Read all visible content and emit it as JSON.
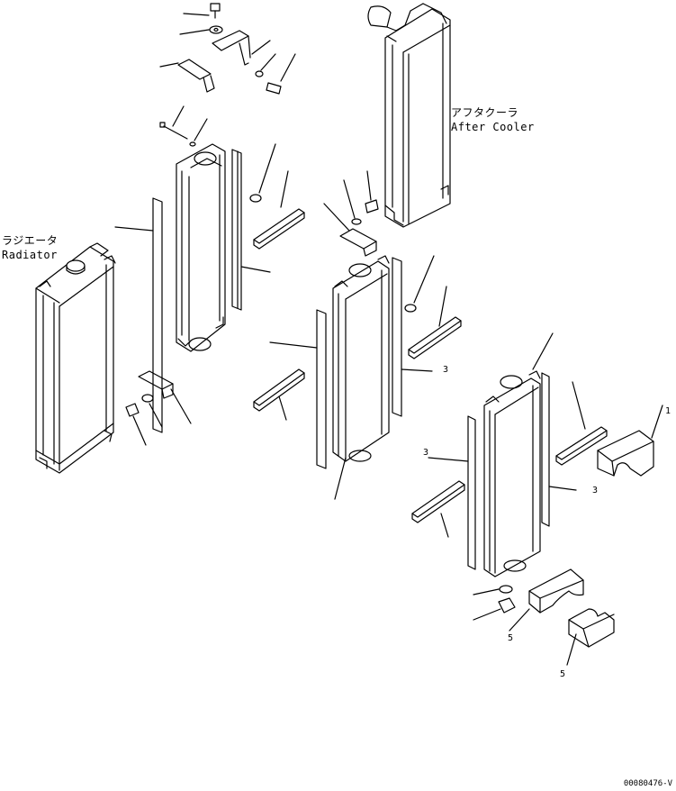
{
  "labels": {
    "aftercooler_jp": "アフタクーラ",
    "aftercooler_en": "After Cooler",
    "radiator_jp": "ラジエータ",
    "radiator_en": "Radiator"
  },
  "callouts": {
    "c1": "1",
    "c2": "3",
    "c3": "3",
    "c4": "3",
    "c5": "5",
    "c6": "5"
  },
  "drawing_code": "00080476-V",
  "colors": {
    "line": "#000000",
    "paper": "#ffffff"
  }
}
